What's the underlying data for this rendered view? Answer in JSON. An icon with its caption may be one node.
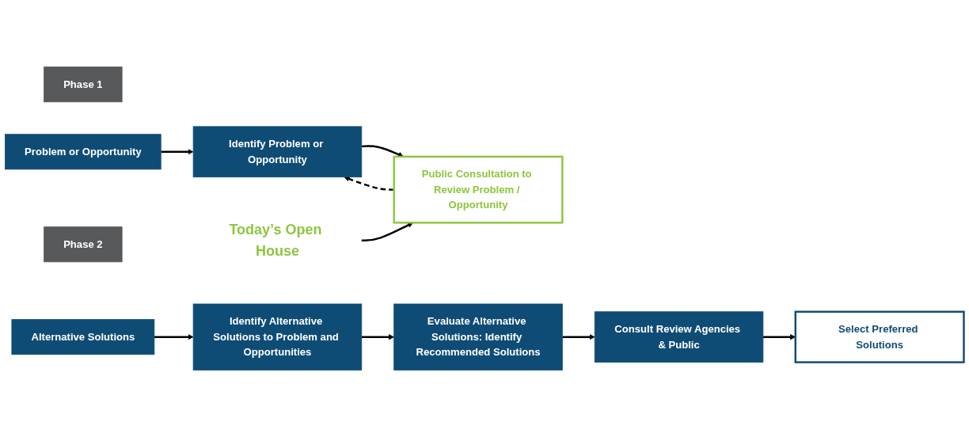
{
  "diagram": {
    "nodes": [
      {
        "text": [
          "Phase 1"
        ]
      },
      {
        "text": [
          "Problem or Opportunity"
        ]
      },
      {
        "text": [
          "Identify Problem or Opportunity"
        ]
      },
      {
        "text": [
          "Public Consultation to Review Problem / Opportunity"
        ]
      },
      {
        "text": [
          "Today’s Open House"
        ]
      },
      {
        "text": [
          "Phase 2"
        ]
      },
      {
        "text": [
          "Alternative Solutions"
        ]
      },
      {
        "text": [
          "Identify Alternative Solutions to Problem and Opportunities"
        ]
      },
      {
        "text": [
          "Evaluate Alternative Solutions: Identify Recommended Solutions"
        ]
      },
      {
        "text": [
          "Consult Review Agencies & Public"
        ]
      },
      {
        "text": [
          "Select Preferred Solutions"
        ]
      }
    ],
    "edges": [
      {
        "from": 1,
        "to": 2,
        "arrow": "to"
      },
      {
        "from": 2,
        "to": 3,
        "arrow": "to"
      },
      {
        "from": 3,
        "to": 2,
        "arrow": "to",
        "style": "dashed"
      },
      {
        "from": 4,
        "to": 3,
        "arrow": "to"
      },
      {
        "from": 6,
        "to": 7,
        "arrow": "to"
      },
      {
        "from": 7,
        "to": 8,
        "arrow": "to"
      },
      {
        "from": 8,
        "to": 9,
        "arrow": "to"
      },
      {
        "from": 9,
        "to": 10,
        "arrow": "to"
      }
    ]
  }
}
